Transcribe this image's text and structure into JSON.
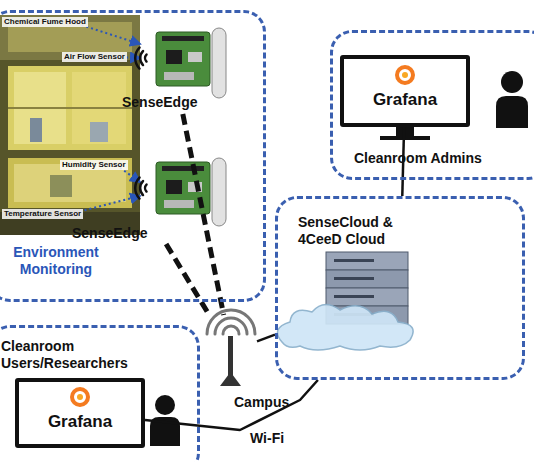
{
  "diagram": {
    "nodes": [
      {
        "text": [
          "Environment Monitoring"
        ]
      },
      {
        "text": [
          "SenseEdge"
        ],
        "in": 0
      },
      {
        "text": [
          "SenseEdge"
        ],
        "in": 0
      },
      {
        "text": [
          "Cleanroom Admins"
        ]
      },
      {
        "text": [
          "Grafana"
        ],
        "in": 3
      },
      {
        "text": [
          "SenseCloud & 4CeeD Cloud"
        ]
      },
      {
        "text": [
          "Cleanroom Users/Researchers"
        ]
      },
      {
        "text": [
          "Grafana"
        ],
        "in": 6
      },
      {
        "text": [
          "Campus",
          "Wi-Fi"
        ]
      }
    ],
    "edges": [
      {
        "from": 1,
        "to": 8,
        "arrow": "none"
      },
      {
        "from": 2,
        "to": 8,
        "arrow": "none"
      },
      {
        "from": 8,
        "to": 5,
        "arrow": "none"
      },
      {
        "from": 5,
        "to": 4,
        "arrow": "none"
      },
      {
        "from": 7,
        "to": 5,
        "arrow": "none"
      }
    ],
    "labels": [
      "Chemical Fume Hood",
      "Air Flow Sensor",
      "Humidity Sensor",
      "Temperature Sensor"
    ]
  }
}
